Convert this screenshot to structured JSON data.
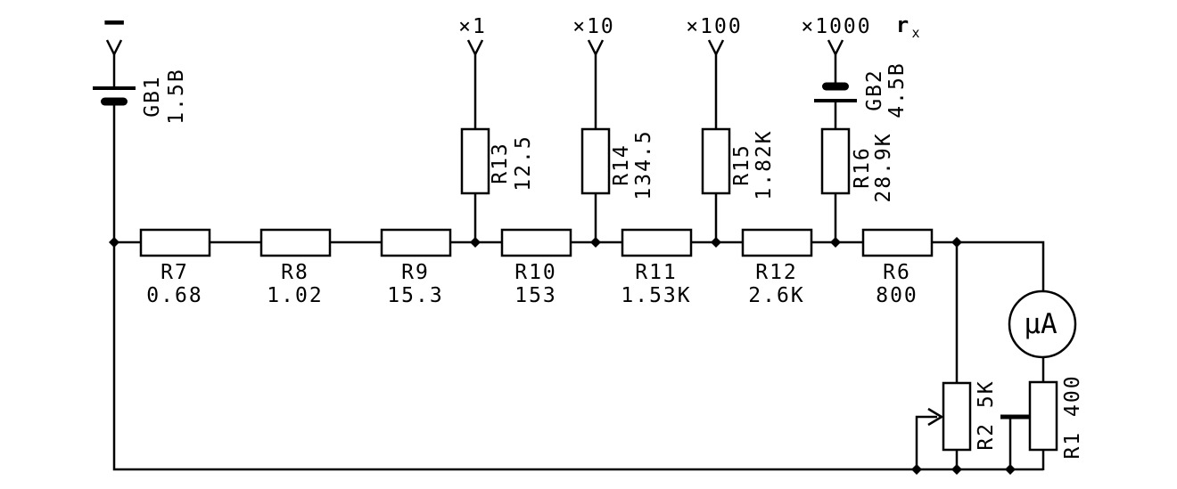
{
  "schematic": {
    "common_terminal": {
      "polarity_mark": "−"
    },
    "ranges": [
      {
        "label": "×1"
      },
      {
        "label": "×10"
      },
      {
        "label": "×100"
      },
      {
        "label": "×1000"
      }
    ],
    "rx_terminal": {
      "base": "r",
      "subscript": "x"
    },
    "batteries": [
      {
        "ref": "GB1",
        "value": "1.5B"
      },
      {
        "ref": "GB2",
        "value": "4.5B"
      }
    ],
    "range_resistors": [
      {
        "ref": "R13",
        "value": "12.5"
      },
      {
        "ref": "R14",
        "value": "134.5"
      },
      {
        "ref": "R15",
        "value": "1.82K"
      },
      {
        "ref": "R16",
        "value": "28.9K"
      }
    ],
    "chain_resistors": [
      {
        "ref": "R7",
        "value": "0.68"
      },
      {
        "ref": "R8",
        "value": "1.02"
      },
      {
        "ref": "R9",
        "value": "15.3"
      },
      {
        "ref": "R10",
        "value": "153"
      },
      {
        "ref": "R11",
        "value": "1.53K"
      },
      {
        "ref": "R12",
        "value": "2.6K"
      },
      {
        "ref": "R6",
        "value": "800"
      }
    ],
    "meter": {
      "label": "µA"
    },
    "adjusters": [
      {
        "ref": "R2",
        "value": "5K",
        "label": "R2 5K"
      },
      {
        "ref": "R1",
        "value": "400",
        "label": "R1 400"
      }
    ],
    "colors": {
      "stroke": "#000000",
      "background": "#ffffff"
    }
  }
}
